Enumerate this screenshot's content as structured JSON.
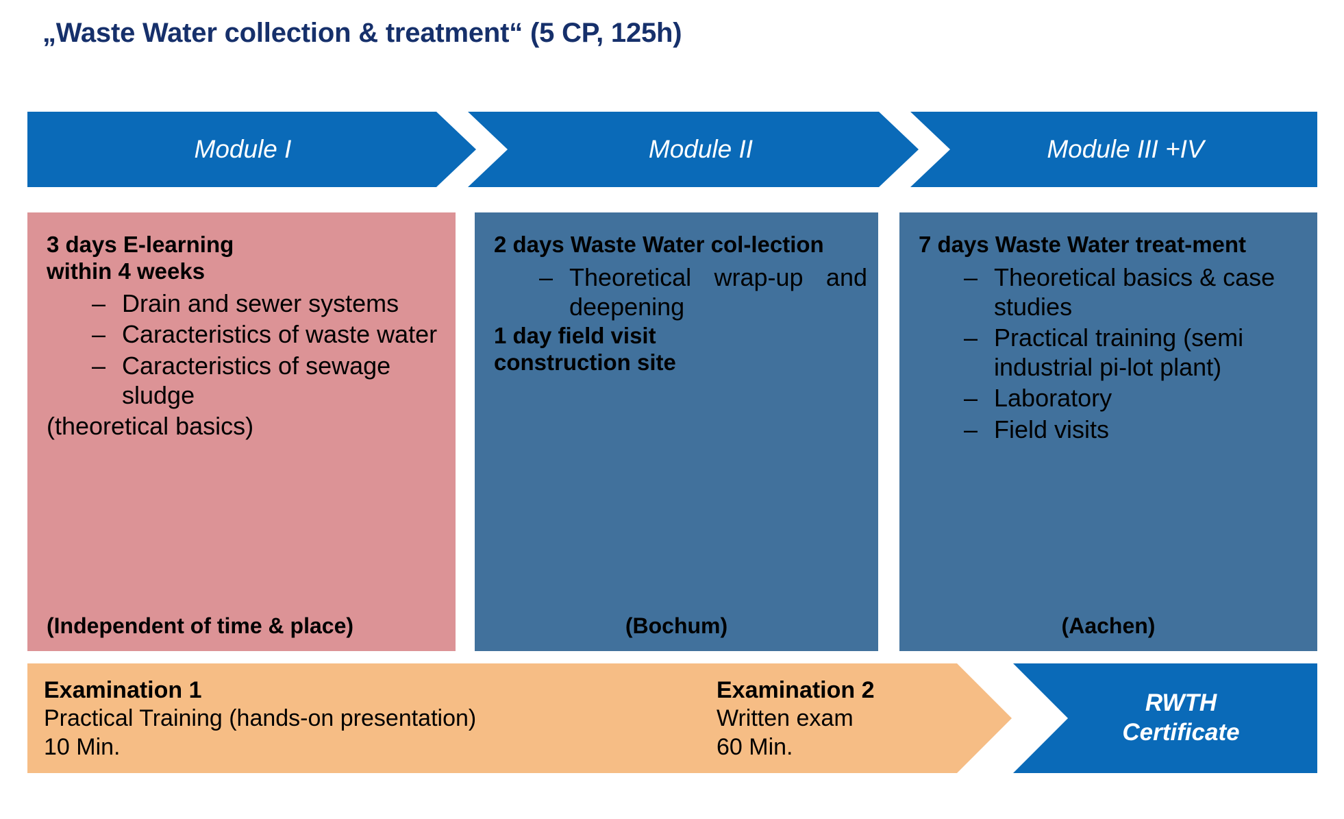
{
  "title": "„Waste Water collection & treatment“ (5 CP, 125h)",
  "colors": {
    "title_navy": "#16306b",
    "header_blue": "#0a6ab8",
    "module1_pink": "#dc9396",
    "module_blue": "#41719c",
    "exam_orange": "#f6bd85",
    "certificate_blue": "#0a6ab8",
    "white": "#ffffff"
  },
  "modules": [
    {
      "header": "Module I",
      "heading": "3 days E-learning\nwithin 4 weeks",
      "bullets": [
        "Drain and sewer systems",
        "Caracteristics of waste water",
        "Caracteristics of sewage sludge"
      ],
      "note": "(theoretical basics)",
      "location": "(Independent of time & place)"
    },
    {
      "header": "Module II",
      "heading": "2 days Waste Water col-lection",
      "bullets": [
        "Theoretical wrap-up and deepening"
      ],
      "subheading": "1 day field visit\nconstruction site",
      "location": "(Bochum)"
    },
    {
      "header": "Module III +IV",
      "heading": "7 days Waste Water treat-ment",
      "bullets": [
        "Theoretical basics & case studies",
        "Practical training (semi industrial pi-lot plant)",
        "Laboratory",
        "Field visits"
      ],
      "location": "(Aachen)"
    }
  ],
  "exams": [
    {
      "title": "Examination 1",
      "description": "Practical Training (hands-on presentation)",
      "duration": "10 Min."
    },
    {
      "title": "Examination 2",
      "description": "Written exam",
      "duration": "60 Min."
    }
  ],
  "certificate": {
    "label": "RWTH\nCertificate"
  },
  "bullet_marker": "–"
}
